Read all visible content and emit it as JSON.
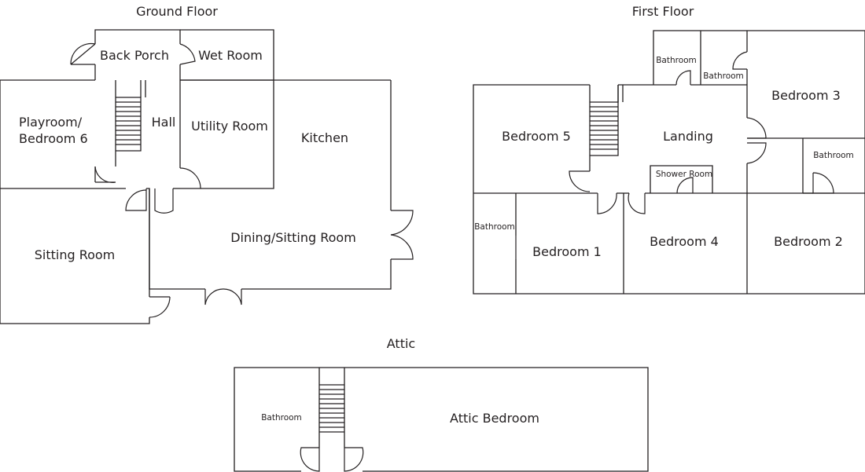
{
  "floors": {
    "ground": {
      "title": "Ground Floor",
      "rooms": {
        "back_porch": "Back Porch",
        "wet_room": "Wet Room",
        "playroom_line1": "Playroom/",
        "playroom_line2": "Bedroom 6",
        "hall": "Hall",
        "utility": "Utility Room",
        "kitchen": "Kitchen",
        "sitting": "Sitting Room",
        "dining": "Dining/Sitting Room"
      }
    },
    "first": {
      "title": "First Floor",
      "rooms": {
        "bathroom_a": "Bathroom",
        "bathroom_b": "Bathroom",
        "bedroom3": "Bedroom 3",
        "bedroom5": "Bedroom 5",
        "landing": "Landing",
        "shower": "Shower Room",
        "bathroom_c": "Bathroom",
        "bathroom_d": "Bathroom",
        "bedroom1": "Bedroom 1",
        "bedroom4": "Bedroom 4",
        "bedroom2": "Bedroom 2"
      }
    },
    "attic": {
      "title": "Attic",
      "rooms": {
        "bathroom": "Bathroom",
        "attic_bedroom": "Attic Bedroom"
      }
    }
  }
}
